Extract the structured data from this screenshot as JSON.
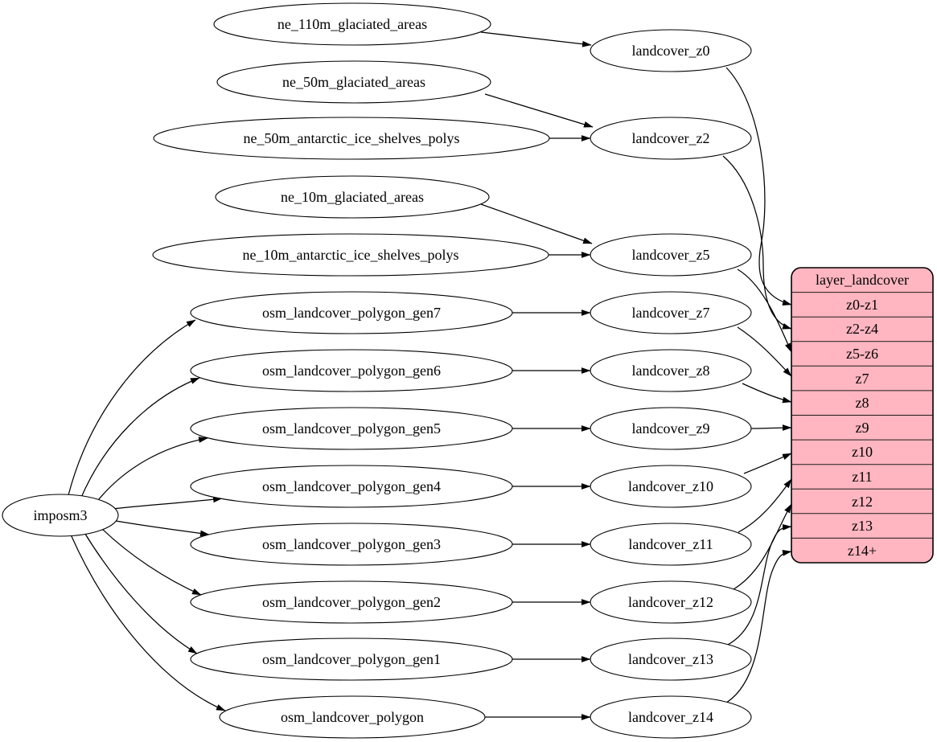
{
  "colors": {
    "background": "#ffffff",
    "node_fill": "#ffffff",
    "node_stroke": "#000000",
    "edge": "#000000",
    "record_fill": "#ffb6c1",
    "text": "#000000"
  },
  "nodes": {
    "importer": {
      "label": "imposm3"
    },
    "natural_earth_sources": [
      {
        "label": "ne_110m_glaciated_areas"
      },
      {
        "label": "ne_50m_glaciated_areas"
      },
      {
        "label": "ne_50m_antarctic_ice_shelves_polys"
      },
      {
        "label": "ne_10m_glaciated_areas"
      },
      {
        "label": "ne_10m_antarctic_ice_shelves_polys"
      }
    ],
    "osm_tables": [
      {
        "label": "osm_landcover_polygon_gen7"
      },
      {
        "label": "osm_landcover_polygon_gen6"
      },
      {
        "label": "osm_landcover_polygon_gen5"
      },
      {
        "label": "osm_landcover_polygon_gen4"
      },
      {
        "label": "osm_landcover_polygon_gen3"
      },
      {
        "label": "osm_landcover_polygon_gen2"
      },
      {
        "label": "osm_landcover_polygon_gen1"
      },
      {
        "label": "osm_landcover_polygon"
      }
    ],
    "generalized_views": [
      {
        "label": "landcover_z0"
      },
      {
        "label": "landcover_z2"
      },
      {
        "label": "landcover_z5"
      },
      {
        "label": "landcover_z7"
      },
      {
        "label": "landcover_z8"
      },
      {
        "label": "landcover_z9"
      },
      {
        "label": "landcover_z10"
      },
      {
        "label": "landcover_z11"
      },
      {
        "label": "landcover_z12"
      },
      {
        "label": "landcover_z13"
      },
      {
        "label": "landcover_z14"
      }
    ],
    "layer_record": {
      "title": "layer_landcover",
      "rows": [
        {
          "label": "z0-z1"
        },
        {
          "label": "z2-z4"
        },
        {
          "label": "z5-z6"
        },
        {
          "label": "z7"
        },
        {
          "label": "z8"
        },
        {
          "label": "z9"
        },
        {
          "label": "z10"
        },
        {
          "label": "z11"
        },
        {
          "label": "z12"
        },
        {
          "label": "z13"
        },
        {
          "label": "z14+"
        }
      ]
    }
  },
  "edges": [
    {
      "from": "ne_110m_glaciated_areas",
      "to": "landcover_z0"
    },
    {
      "from": "ne_50m_glaciated_areas",
      "to": "landcover_z2"
    },
    {
      "from": "ne_50m_antarctic_ice_shelves_polys",
      "to": "landcover_z2"
    },
    {
      "from": "ne_10m_glaciated_areas",
      "to": "landcover_z5"
    },
    {
      "from": "ne_10m_antarctic_ice_shelves_polys",
      "to": "landcover_z5"
    },
    {
      "from": "imposm3",
      "to": "osm_landcover_polygon_gen7"
    },
    {
      "from": "imposm3",
      "to": "osm_landcover_polygon_gen6"
    },
    {
      "from": "imposm3",
      "to": "osm_landcover_polygon_gen5"
    },
    {
      "from": "imposm3",
      "to": "osm_landcover_polygon_gen4"
    },
    {
      "from": "imposm3",
      "to": "osm_landcover_polygon_gen3"
    },
    {
      "from": "imposm3",
      "to": "osm_landcover_polygon_gen2"
    },
    {
      "from": "imposm3",
      "to": "osm_landcover_polygon_gen1"
    },
    {
      "from": "imposm3",
      "to": "osm_landcover_polygon"
    },
    {
      "from": "osm_landcover_polygon_gen7",
      "to": "landcover_z7"
    },
    {
      "from": "osm_landcover_polygon_gen6",
      "to": "landcover_z8"
    },
    {
      "from": "osm_landcover_polygon_gen5",
      "to": "landcover_z9"
    },
    {
      "from": "osm_landcover_polygon_gen4",
      "to": "landcover_z10"
    },
    {
      "from": "osm_landcover_polygon_gen3",
      "to": "landcover_z11"
    },
    {
      "from": "osm_landcover_polygon_gen2",
      "to": "landcover_z12"
    },
    {
      "from": "osm_landcover_polygon_gen1",
      "to": "landcover_z13"
    },
    {
      "from": "osm_landcover_polygon",
      "to": "landcover_z14"
    },
    {
      "from": "landcover_z0",
      "to": "layer_landcover:z0-z1"
    },
    {
      "from": "landcover_z2",
      "to": "layer_landcover:z2-z4"
    },
    {
      "from": "landcover_z5",
      "to": "layer_landcover:z5-z6"
    },
    {
      "from": "landcover_z7",
      "to": "layer_landcover:z7"
    },
    {
      "from": "landcover_z8",
      "to": "layer_landcover:z8"
    },
    {
      "from": "landcover_z9",
      "to": "layer_landcover:z9"
    },
    {
      "from": "landcover_z10",
      "to": "layer_landcover:z10"
    },
    {
      "from": "landcover_z11",
      "to": "layer_landcover:z11"
    },
    {
      "from": "landcover_z12",
      "to": "layer_landcover:z12"
    },
    {
      "from": "landcover_z13",
      "to": "layer_landcover:z13"
    },
    {
      "from": "landcover_z14",
      "to": "layer_landcover:z14+"
    }
  ]
}
